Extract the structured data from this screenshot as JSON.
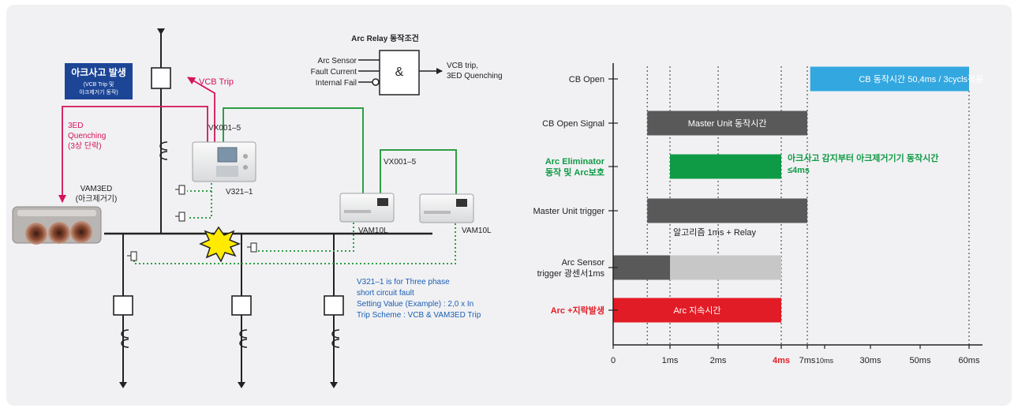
{
  "colors": {
    "panel_bg": "#f1f1f3",
    "line_dark": "#222222",
    "trip_red": "#d4135a",
    "green": "#2e9e46",
    "alert_blue": "#1c4596",
    "note_blue": "#1a5fb4",
    "cb_open_blue": "#33a7e0",
    "dark_gray": "#595959",
    "light_gray": "#c7c7c7",
    "arc_red": "#e21c26",
    "eliminator_green": "#0f9a45"
  },
  "diagram": {
    "logic_title": "Arc Relay 동작조건",
    "logic_inputs": [
      "Arc Sensor",
      "Fault Current",
      "Internal Fail"
    ],
    "logic_gate_symbol": "&",
    "logic_output": [
      "VCB trip,",
      "3ED Quenching"
    ],
    "event_box": {
      "title": "아크사고 발생",
      "sub": [
        "(VCB Trip 및",
        "아크제거기 동작)"
      ]
    },
    "vcb_trip_label": "VCB Trip",
    "quench_label": [
      "3ED",
      "Quenching",
      "(3상 단락)"
    ],
    "vam3ed_label": [
      "VAM3ED",
      "(아크제거기)"
    ],
    "vx_label_top": "VX001–5",
    "vx_label_right": "VX001–5",
    "v321_label": "V321–1",
    "vam10l_label_1": "VAM10L",
    "vam10l_label_2": "VAM10L",
    "note": [
      "V321–1 is for Three phase",
      "short circuit fault",
      "Setting Value (Example) : 2,0 x In",
      "Trip Scheme : VCB & VAM3ED Trip"
    ]
  },
  "chart_data": {
    "type": "gantt",
    "x_ticks": [
      {
        "t": 0,
        "label": "0"
      },
      {
        "t": 1,
        "label": "1ms"
      },
      {
        "t": 2,
        "label": "2ms"
      },
      {
        "t": 4,
        "label": "4ms"
      },
      {
        "t": 7,
        "label": "7ms"
      },
      {
        "t": 10,
        "label": "10ms"
      },
      {
        "t": 30,
        "label": "30ms"
      },
      {
        "t": 50,
        "label": "50ms"
      },
      {
        "t": 60,
        "label": "60ms"
      }
    ],
    "rows": [
      {
        "label": [
          "CB Open"
        ],
        "color": "#222222",
        "bars": [
          {
            "start": 7.5,
            "end": 60,
            "color": "#33a7e0",
            "text": "CB 동작시간 50,4ms / 3cycls적용"
          }
        ]
      },
      {
        "label": [
          "CB Open Signal"
        ],
        "color": "#222222",
        "bars": [
          {
            "start": 0.6,
            "end": 7,
            "color": "#595959",
            "text": "Master Unit 동작시간"
          }
        ]
      },
      {
        "label": [
          "Arc Eliminator",
          "동작 및 Arc보호"
        ],
        "color": "#0f9a45",
        "bars": [
          {
            "start": 1,
            "end": 4,
            "color": "#0f9a45",
            "text": ""
          }
        ]
      },
      {
        "label": [
          "Master Unit trigger"
        ],
        "color": "#222222",
        "bars": [
          {
            "start": 0.6,
            "end": 7,
            "color": "#595959",
            "text": ""
          }
        ]
      },
      {
        "label": [
          "Arc Sensor",
          "trigger 광센서1ms"
        ],
        "color": "#222222",
        "bars": [
          {
            "start": 0,
            "end": 1,
            "color": "#595959",
            "text": ""
          },
          {
            "start": 1,
            "end": 4,
            "color": "#c7c7c7",
            "text": ""
          }
        ]
      },
      {
        "label": [
          "Arc +지락발생"
        ],
        "color": "#e21c26",
        "bars": [
          {
            "start": 0,
            "end": 4,
            "color": "#e21c26",
            "text": "Arc 지속시간"
          }
        ]
      }
    ],
    "annotations": {
      "eliminator": [
        "아크사고 감지부터 아크제거기기 동작시간",
        "≤4ms"
      ],
      "algorithm": "알고리즘 1ms + Relay"
    },
    "highlight_tick": "4ms"
  }
}
